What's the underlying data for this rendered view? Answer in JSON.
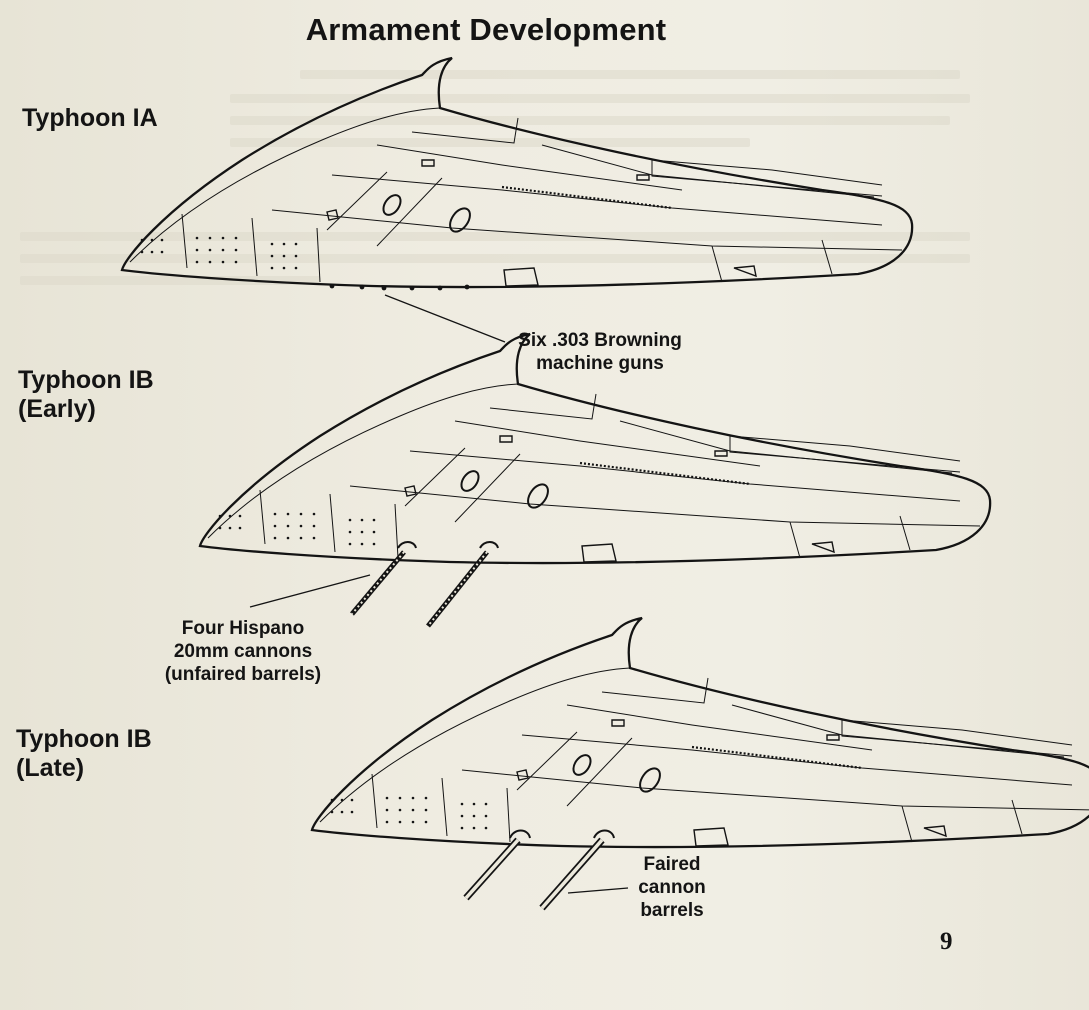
{
  "page": {
    "title": "Armament Development",
    "page_number": "9"
  },
  "variants": [
    {
      "name_line1": "Typhoon IA",
      "name_line2": ""
    },
    {
      "name_line1": "Typhoon IB",
      "name_line2": "(Early)"
    },
    {
      "name_line1": "Typhoon IB",
      "name_line2": "(Late)"
    }
  ],
  "callouts": {
    "machine_guns": {
      "line1": "Six .303 Browning",
      "line2": "machine guns"
    },
    "cannons": {
      "line1": "Four Hispano",
      "line2": "20mm cannons",
      "line3": "(unfaired barrels)"
    },
    "faired": {
      "line1": "Faired",
      "line2": "cannon",
      "line3": "barrels"
    }
  },
  "colors": {
    "ink": "#141414",
    "paper": "#ece9dc"
  }
}
